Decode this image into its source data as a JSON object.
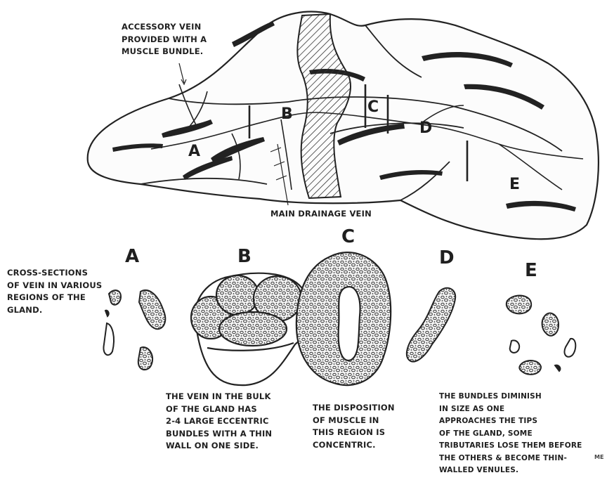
{
  "labels": {
    "accessory_vein": [
      "ACCESSORY VEIN",
      "PROVIDED WITH A",
      "MUSCLE BUNDLE."
    ],
    "main_drainage_vein": "MAIN DRAINAGE VEIN",
    "cross_sections": [
      "CROSS-SECTIONS",
      "OF VEIN IN VARIOUS",
      "REGIONS OF THE",
      "GLAND."
    ]
  },
  "gland_letters": {
    "a": "A",
    "b": "B",
    "c": "C",
    "d": "D",
    "e": "E"
  },
  "section_letters": {
    "a": "A",
    "b": "B",
    "c": "C",
    "d": "D",
    "e": "E"
  },
  "captions": {
    "b": [
      "THE VEIN IN THE BULK",
      "OF THE GLAND HAS",
      "2-4 LARGE ECCENTRIC",
      "BUNDLES WITH A THIN",
      "WALL ON ONE SIDE."
    ],
    "c": [
      "THE DISPOSITION",
      "OF MUSCLE IN",
      "THIS REGION IS",
      "CONCENTRIC."
    ],
    "de": [
      "THE BUNDLES DIMINISH",
      "IN SIZE AS ONE",
      "APPROACHES THE TIPS",
      "OF THE GLAND, SOME",
      "TRIBUTARIES LOSE THEM BEFORE",
      "THE OTHERS & BECOME THIN-",
      "WALLED VENULES."
    ]
  },
  "edge_mark": "ME"
}
